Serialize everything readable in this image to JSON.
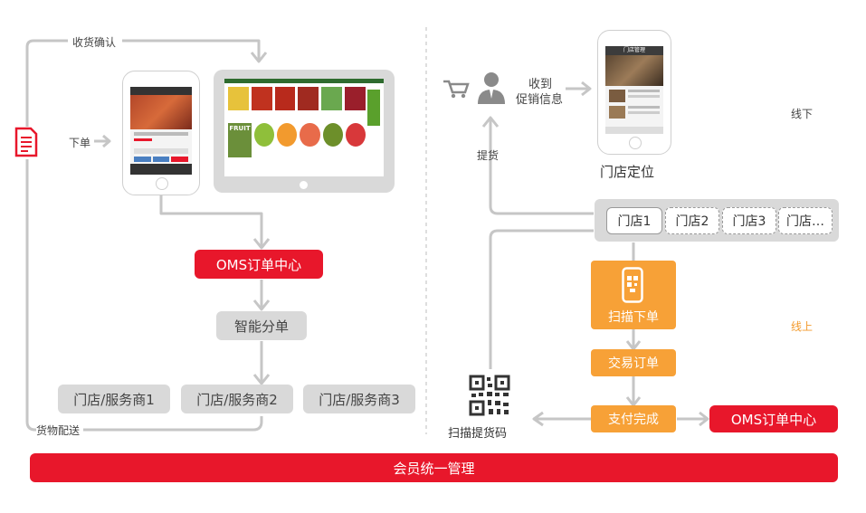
{
  "left": {
    "receipt_confirm": "收货确认",
    "place_order": "下单",
    "oms": "OMS订单中心",
    "smart_split": "智能分单",
    "stores": [
      "门店/服务商1",
      "门店/服务商2",
      "门店/服务商3"
    ],
    "delivery": "货物配送",
    "tablet_banner": "FRUIT"
  },
  "right": {
    "receive_promo_line1": "收到",
    "receive_promo_line2": "促销信息",
    "pickup": "提货",
    "store_location": "门店定位",
    "offline": "线下",
    "online": "线上",
    "store_list": [
      "门店1",
      "门店2",
      "门店3",
      "门店…"
    ],
    "scan_order": "扫描下单",
    "trade_order": "交易订单",
    "payment_done": "支付完成",
    "oms": "OMS订单中心",
    "scan_pickup_code": "扫描提货码",
    "phone_header": "门店管理"
  },
  "bottom_bar": "会员统一管理",
  "colors": {
    "red": "#e8172b",
    "orange": "#f7a137",
    "gray_box": "#d9d9d9",
    "line": "#c6c6c6"
  }
}
